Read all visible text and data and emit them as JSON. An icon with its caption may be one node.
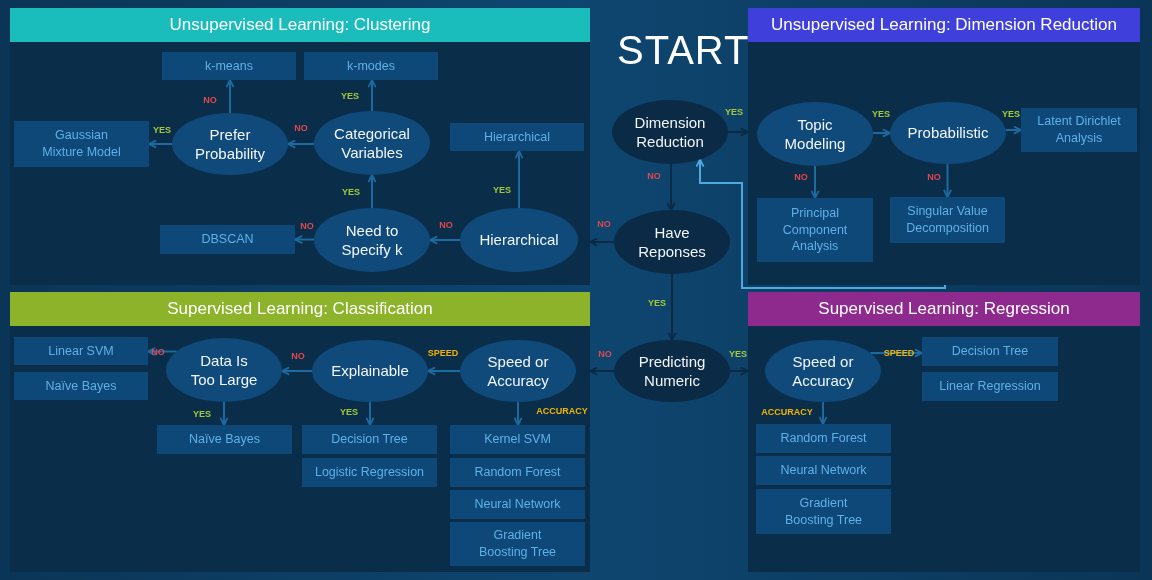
{
  "diagram": {
    "nodes": [
      {
        "text": [
          "Unsupervised Learning: Clustering"
        ]
      },
      {
        "text": [
          "k-means"
        ],
        "in": 0
      },
      {
        "text": [
          "k-modes"
        ],
        "in": 0
      },
      {
        "text": [
          "Gaussian Mixture Model"
        ],
        "in": 0
      },
      {
        "text": [
          "Prefer Probability"
        ],
        "in": 0
      },
      {
        "text": [
          "Categorical Variables"
        ],
        "in": 0
      },
      {
        "text": [
          "Hierarchical"
        ],
        "in": 0
      },
      {
        "text": [
          "DBSCAN"
        ],
        "in": 0
      },
      {
        "text": [
          "Need to Specify k"
        ],
        "in": 0
      },
      {
        "text": [
          "Hierarchical"
        ],
        "in": 0
      },
      {
        "text": [
          "Unsupervised Learning: Dimension Reduction"
        ]
      },
      {
        "text": [
          "Dimension Reduction"
        ]
      },
      {
        "text": [
          "Topic Modeling"
        ],
        "in": 10
      },
      {
        "text": [
          "Probabilistic"
        ],
        "in": 10
      },
      {
        "text": [
          "Latent Dirichlet Analysis"
        ],
        "in": 10
      },
      {
        "text": [
          "Principal Component Analysis"
        ],
        "in": 10
      },
      {
        "text": [
          "Singular Value Decomposition"
        ],
        "in": 10
      },
      {
        "text": [
          "Have Reponses"
        ]
      },
      {
        "text": [
          "Supervised Learning: Classification"
        ]
      },
      {
        "text": [
          "Linear SVM"
        ],
        "in": 18
      },
      {
        "text": [
          "Naïve Bayes"
        ],
        "in": 18
      },
      {
        "text": [
          "Data Is Too Large"
        ],
        "in": 18
      },
      {
        "text": [
          "Explainable"
        ],
        "in": 18
      },
      {
        "text": [
          "Speed or Accuracy"
        ],
        "in": 18
      },
      {
        "text": [
          "Naïve Bayes"
        ],
        "in": 18
      },
      {
        "text": [
          "Decision Tree"
        ],
        "in": 18
      },
      {
        "text": [
          "Logistic Regression"
        ],
        "in": 18
      },
      {
        "text": [
          "Kernel SVM"
        ],
        "in": 18
      },
      {
        "text": [
          "Random Forest"
        ],
        "in": 18
      },
      {
        "text": [
          "Neural Network"
        ],
        "in": 18
      },
      {
        "text": [
          "Gradient Boosting Tree"
        ],
        "in": 18
      },
      {
        "text": [
          "Predicting Numeric"
        ]
      },
      {
        "text": [
          "Supervised Learning: Regression"
        ]
      },
      {
        "text": [
          "Speed or Accuracy"
        ],
        "in": 32
      },
      {
        "text": [
          "Decision Tree"
        ],
        "in": 32
      },
      {
        "text": [
          "Linear Regression"
        ],
        "in": 32
      },
      {
        "text": [
          "Random Forest"
        ],
        "in": 32
      },
      {
        "text": [
          "Neural Network"
        ],
        "in": 32
      },
      {
        "text": [
          "Gradient Boosting Tree"
        ],
        "in": 32
      }
    ],
    "edges": [
      {
        "from": 4,
        "to": 1,
        "arrow": "to",
        "label": "NO"
      },
      {
        "from": 5,
        "to": 2,
        "arrow": "to",
        "label": "YES"
      },
      {
        "from": 4,
        "to": 3,
        "arrow": "to",
        "label": "YES"
      },
      {
        "from": 5,
        "to": 4,
        "arrow": "to",
        "label": "NO"
      },
      {
        "from": 9,
        "to": 6,
        "arrow": "to",
        "label": "YES"
      },
      {
        "from": 8,
        "to": 5,
        "arrow": "to",
        "label": "YES"
      },
      {
        "from": 8,
        "to": 7,
        "arrow": "to",
        "label": "NO"
      },
      {
        "from": 9,
        "to": 8,
        "arrow": "to",
        "label": "NO"
      },
      {
        "from": 17,
        "to": 0,
        "arrow": "to",
        "label": "NO",
        "color": "#0b2a45"
      },
      {
        "from": 11,
        "to": 10,
        "arrow": "to",
        "label": "YES",
        "color": "#0b2a45"
      },
      {
        "from": 12,
        "to": 13,
        "arrow": "to",
        "label": "YES"
      },
      {
        "from": 13,
        "to": 14,
        "arrow": "to",
        "label": "YES"
      },
      {
        "from": 12,
        "to": 15,
        "arrow": "to",
        "label": "NO"
      },
      {
        "from": 13,
        "to": 16,
        "arrow": "to",
        "label": "NO"
      },
      {
        "from": 11,
        "to": 17,
        "arrow": "to",
        "label": "NO",
        "color": "#0b2a45"
      },
      {
        "from": 10,
        "to": 11,
        "arrow": "to",
        "color": "#4fa9df"
      },
      {
        "from": 17,
        "to": 31,
        "arrow": "to",
        "label": "YES",
        "color": "#0b2a45"
      },
      {
        "from": 31,
        "to": 32,
        "arrow": "to",
        "label": "YES",
        "color": "#0b2a45"
      },
      {
        "from": 31,
        "to": 18,
        "arrow": "to",
        "label": "NO",
        "color": "#0b2a45"
      },
      {
        "from": 23,
        "to": 22,
        "arrow": "to",
        "label": "SPEED"
      },
      {
        "from": 23,
        "to": 27,
        "arrow": "to",
        "label": "ACCURACY"
      },
      {
        "from": 22,
        "to": 21,
        "arrow": "to",
        "label": "NO"
      },
      {
        "from": 22,
        "to": 25,
        "arrow": "to",
        "label": "YES"
      },
      {
        "from": 21,
        "to": 19,
        "arrow": "to",
        "label": "NO"
      },
      {
        "from": 21,
        "to": 24,
        "arrow": "to",
        "label": "YES"
      },
      {
        "from": 33,
        "to": 34,
        "arrow": "to",
        "label": "SPEED"
      },
      {
        "from": 33,
        "to": 36,
        "arrow": "to",
        "label": "ACCURACY"
      }
    ],
    "labels": [
      "START"
    ]
  }
}
